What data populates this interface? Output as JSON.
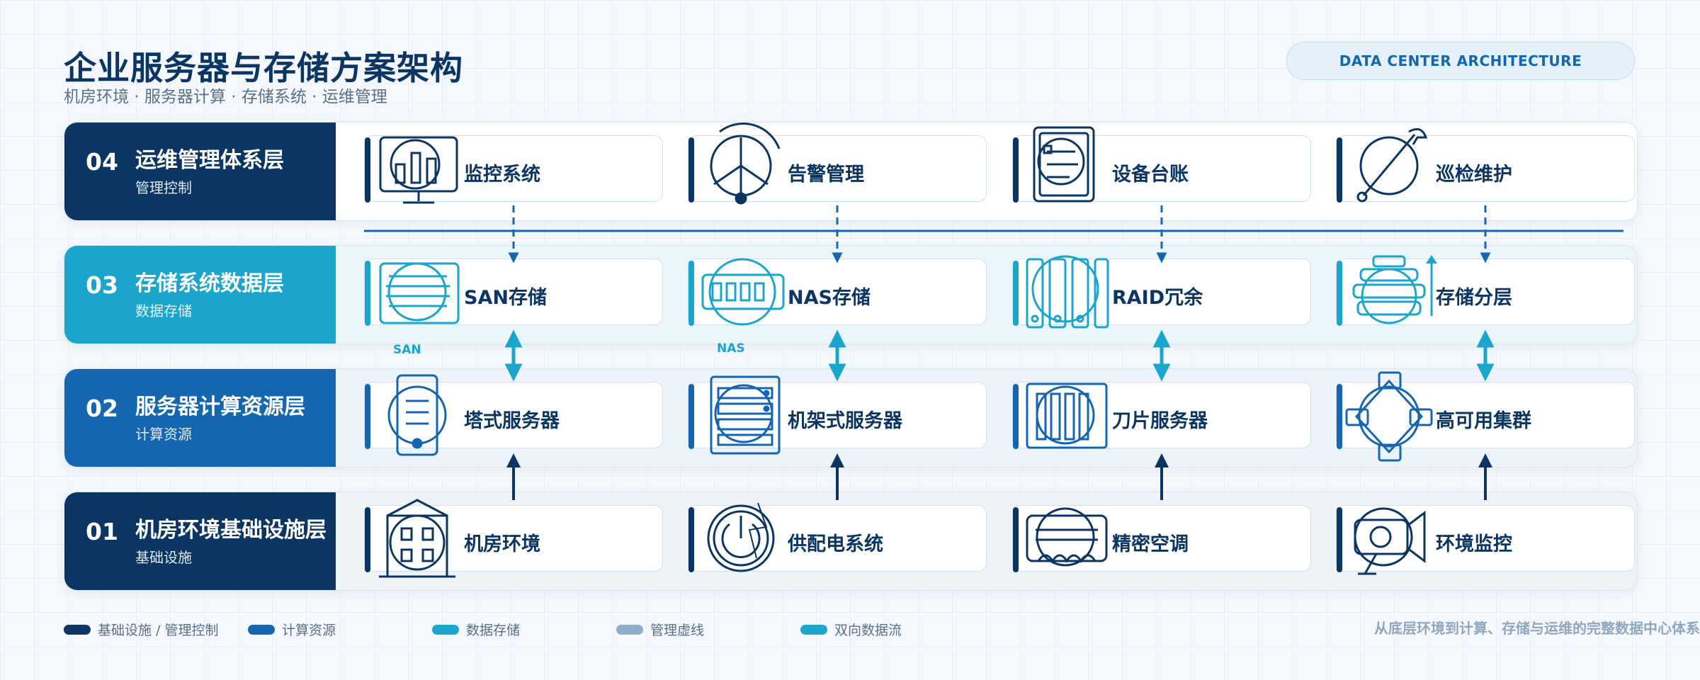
{
  "header": {
    "title": "企业服务器与存储方案架构",
    "subtitle": "机房环境 · 服务器计算 · 存储系统 · 运维管理",
    "badge": "DATA CENTER ARCHITECTURE"
  },
  "colors": {
    "navy": "#0b3563",
    "blue": "#1466b0",
    "cyan": "#1aa6cc",
    "dashed": "#8faecb"
  },
  "layers": [
    {
      "num": "04",
      "title": "运维管理体系层",
      "subtitle": "管理控制",
      "color": "#0b3563",
      "cards": [
        {
          "label": "监控系统",
          "icon": "monitor-chart-icon"
        },
        {
          "label": "告警管理",
          "icon": "alarm-gauge-icon"
        },
        {
          "label": "设备台账",
          "icon": "ledger-document-icon"
        },
        {
          "label": "巡检维护",
          "icon": "wrench-inspection-icon"
        }
      ]
    },
    {
      "num": "03",
      "title": "存储系统数据层",
      "subtitle": "数据存储",
      "color": "#1aa6cc",
      "cards": [
        {
          "label": "SAN存储",
          "icon": "san-storage-icon",
          "tag": "SAN"
        },
        {
          "label": "NAS存储",
          "icon": "nas-storage-icon",
          "tag": "NAS"
        },
        {
          "label": "RAID冗余",
          "icon": "raid-disks-icon"
        },
        {
          "label": "存储分层",
          "icon": "storage-tier-icon"
        }
      ]
    },
    {
      "num": "02",
      "title": "服务器计算资源层",
      "subtitle": "计算资源",
      "color": "#1466b0",
      "cards": [
        {
          "label": "塔式服务器",
          "icon": "tower-server-icon"
        },
        {
          "label": "机架式服务器",
          "icon": "rack-server-icon"
        },
        {
          "label": "刀片服务器",
          "icon": "blade-server-icon"
        },
        {
          "label": "高可用集群",
          "icon": "ha-cluster-icon"
        }
      ]
    },
    {
      "num": "01",
      "title": "机房环境基础设施层",
      "subtitle": "基础设施",
      "color": "#0b3563",
      "cards": [
        {
          "label": "机房环境",
          "icon": "building-icon"
        },
        {
          "label": "供配电系统",
          "icon": "power-supply-icon"
        },
        {
          "label": "精密空调",
          "icon": "air-conditioner-icon"
        },
        {
          "label": "环境监控",
          "icon": "camera-sensor-icon"
        }
      ]
    }
  ],
  "legend": [
    {
      "label": "基础设施 / 管理控制",
      "color": "#0b3563"
    },
    {
      "label": "计算资源",
      "color": "#1466b0"
    },
    {
      "label": "数据存储",
      "color": "#1aa6cc"
    },
    {
      "label": "管理虚线",
      "color": "#8faecb"
    },
    {
      "label": "双向数据流",
      "color": "#1aa6cc"
    }
  ],
  "footer": {
    "note": "从底层环境到计算、存储与运维的完整数据中心体系"
  }
}
